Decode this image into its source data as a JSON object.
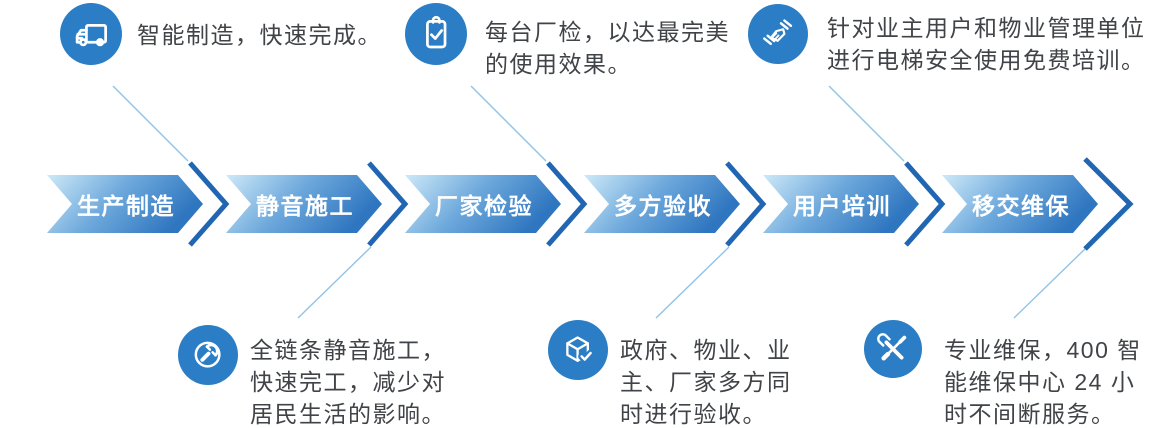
{
  "diagram": {
    "steps": [
      {
        "label": "生产制造"
      },
      {
        "label": "静音施工"
      },
      {
        "label": "厂家检验"
      },
      {
        "label": "多方验收"
      },
      {
        "label": "用户培训"
      },
      {
        "label": "移交维保"
      }
    ],
    "top_notes": [
      {
        "icon": "truck-icon",
        "lines": [
          "智能制造，快速完成。"
        ]
      },
      {
        "icon": "clipboard-check-icon",
        "lines": [
          "每台厂检，以达最完美",
          "的使用效果。"
        ]
      },
      {
        "icon": "handshake-icon",
        "lines": [
          "针对业主用户和物业管理单位",
          "进行电梯安全使用免费培训。"
        ]
      }
    ],
    "bottom_notes": [
      {
        "icon": "wrench-circle-icon",
        "lines": [
          "全链条静音施工，",
          "快速完工，减少对",
          "居民生活的影响。"
        ]
      },
      {
        "icon": "cube-check-icon",
        "lines": [
          "政府、物业、业",
          "主、厂家多方同",
          "时进行验收。"
        ]
      },
      {
        "icon": "crossed-tools-icon",
        "lines": [
          "专业维保，400 智",
          "能维保中心 24 小",
          "时不间断服务。"
        ]
      }
    ],
    "colors": {
      "icon_circle": "#2b7ec5",
      "arrow_gradient_start": "#cde9f8",
      "arrow_gradient_mid": "#6ea9dc",
      "arrow_gradient_end": "#2f76c0",
      "chevron": "#2166b2",
      "connector_line": "#8fc3ea",
      "note_text": "#404347",
      "step_label": "#ffffff"
    }
  }
}
